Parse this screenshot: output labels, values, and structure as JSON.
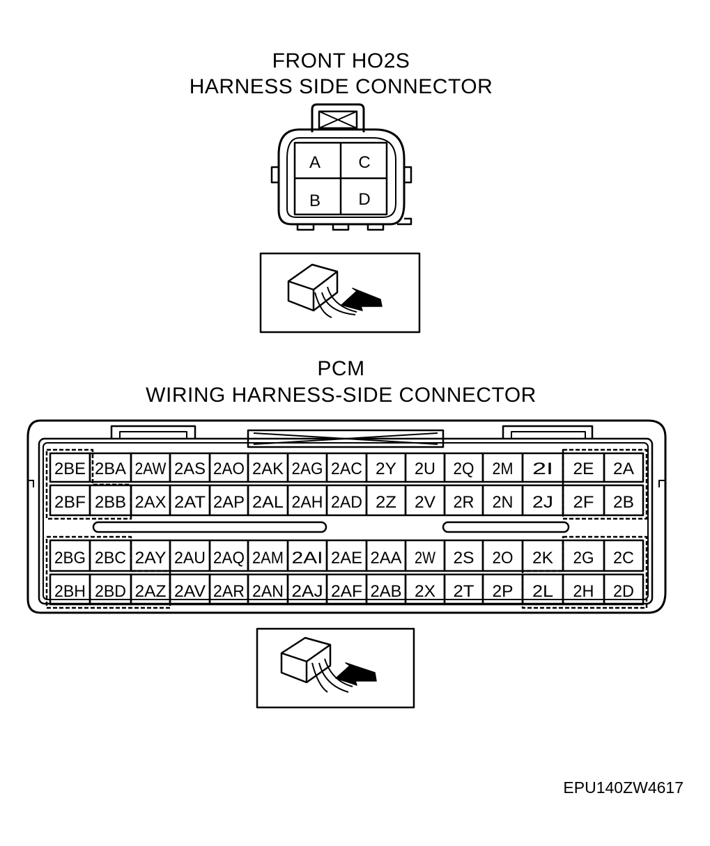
{
  "front_ho2s": {
    "title_line1": "FRONT HO2S",
    "title_line2": "HARNESS SIDE CONNECTOR",
    "pins": [
      "A",
      "C",
      "B",
      "D"
    ]
  },
  "pcm": {
    "title_line1": "PCM",
    "title_line2": "WIRING HARNESS-SIDE CONNECTOR",
    "rows": [
      [
        "2BE",
        "2BA",
        "2AW",
        "2AS",
        "2AO",
        "2AK",
        "2AG",
        "2AC",
        "2Y",
        "2U",
        "2Q",
        "2M",
        "2I",
        "2E",
        "2A"
      ],
      [
        "2BF",
        "2BB",
        "2AX",
        "2AT",
        "2AP",
        "2AL",
        "2AH",
        "2AD",
        "2Z",
        "2V",
        "2R",
        "2N",
        "2J",
        "2F",
        "2B"
      ],
      [
        "2BG",
        "2BC",
        "2AY",
        "2AU",
        "2AQ",
        "2AM",
        "2AI",
        "2AE",
        "2AA",
        "2W",
        "2S",
        "2O",
        "2K",
        "2G",
        "2C"
      ],
      [
        "2BH",
        "2BD",
        "2AZ",
        "2AV",
        "2AR",
        "2AN",
        "2AJ",
        "2AF",
        "2AB",
        "2X",
        "2T",
        "2P",
        "2L",
        "2H",
        "2D"
      ]
    ]
  },
  "diagram_code": "EPU140ZW4617"
}
